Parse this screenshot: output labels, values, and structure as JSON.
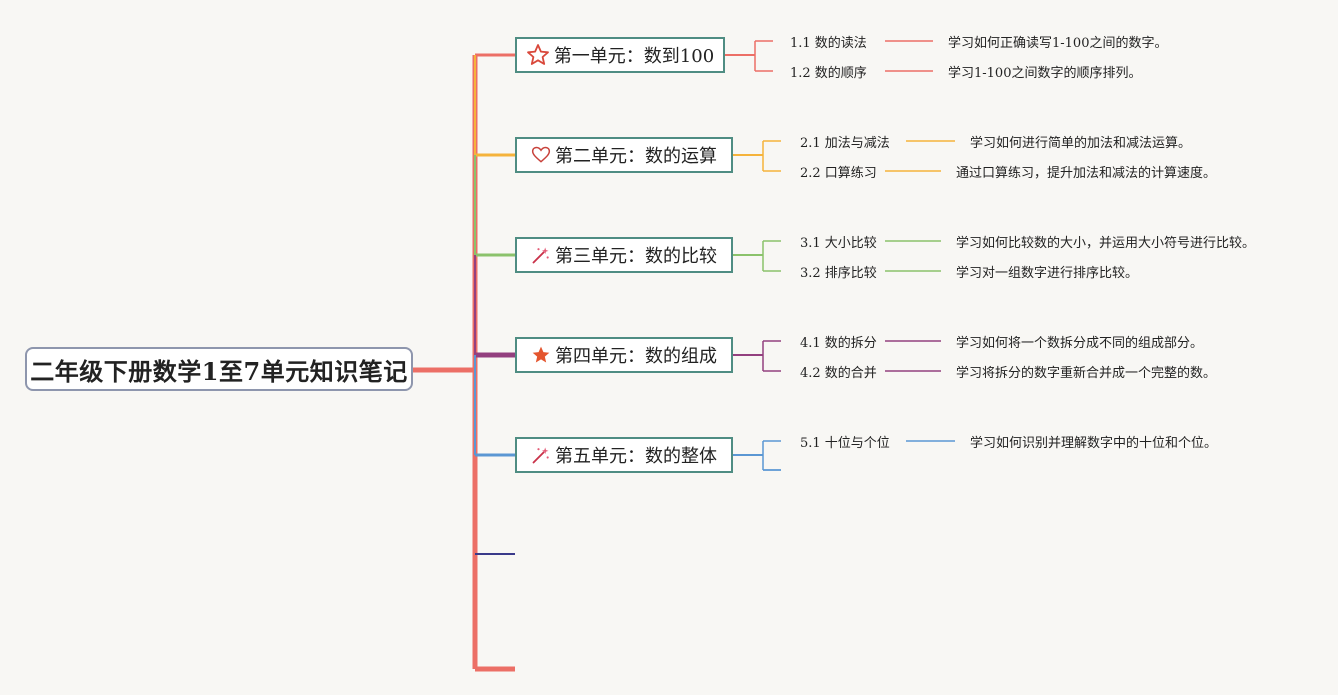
{
  "root": {
    "title": "二年级下册数学1至7单元知识笔记"
  },
  "units": [
    {
      "title": "第一单元：数到100",
      "icon": "star-outline-icon",
      "color": "#ec6f66",
      "items": [
        {
          "label": "1.1 数的读法",
          "desc": "学习如何正确读写1-100之间的数字。"
        },
        {
          "label": "1.2 数的顺序",
          "desc": "学习1-100之间数字的顺序排列。"
        }
      ]
    },
    {
      "title": "第二单元：数的运算",
      "icon": "heart-outline-icon",
      "color": "#f5b33b",
      "items": [
        {
          "label": "2.1 加法与减法",
          "desc": "学习如何进行简单的加法和减法运算。"
        },
        {
          "label": "2.2 口算练习",
          "desc": "通过口算练习，提升加法和减法的计算速度。"
        }
      ]
    },
    {
      "title": "第三单元：数的比较",
      "icon": "magic-wand-icon",
      "color": "#8bc26b",
      "items": [
        {
          "label": "3.1 大小比较",
          "desc": "学习如何比较数的大小，并运用大小符号进行比较。"
        },
        {
          "label": "3.2 排序比较",
          "desc": "学习对一组数字进行排序比较。"
        }
      ]
    },
    {
      "title": "第四单元：数的组成",
      "icon": "star-filled-icon",
      "color": "#93407f",
      "items": [
        {
          "label": "4.1 数的拆分",
          "desc": "学习如何将一个数拆分成不同的组成部分。"
        },
        {
          "label": "4.2 数的合并",
          "desc": "学习将拆分的数字重新合并成一个完整的数。"
        }
      ]
    },
    {
      "title": "第五单元：数的整体",
      "icon": "magic-wand-icon",
      "color": "#5b97d3",
      "items": [
        {
          "label": "5.1 十位与个位",
          "desc": "学习如何识别并理解数字中的十位和个位。"
        }
      ]
    }
  ]
}
